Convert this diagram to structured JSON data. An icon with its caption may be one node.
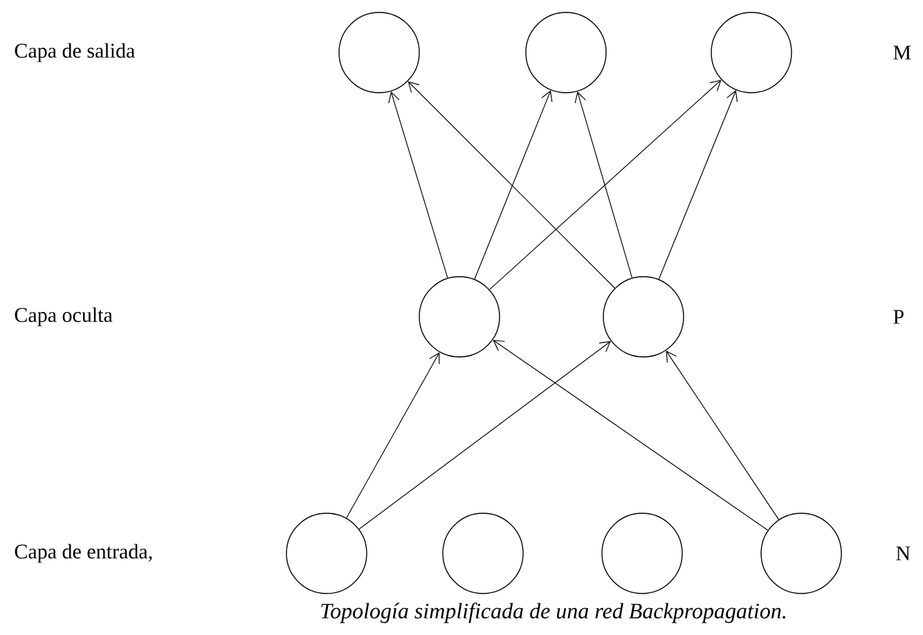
{
  "diagram": {
    "caption": "Topología simplificada de una red Backpropagation.",
    "nodes": [
      {
        "text": [],
        "shape": "circle"
      },
      {
        "text": [],
        "shape": "circle"
      },
      {
        "text": [],
        "shape": "circle"
      },
      {
        "text": [],
        "shape": "circle"
      },
      {
        "text": [],
        "shape": "circle"
      },
      {
        "text": [],
        "shape": "circle"
      },
      {
        "text": [],
        "shape": "circle"
      },
      {
        "text": [],
        "shape": "circle"
      },
      {
        "text": [],
        "shape": "circle"
      }
    ],
    "edges": [
      {
        "from": 3,
        "to": 0,
        "arrow": "to"
      },
      {
        "from": 3,
        "to": 1,
        "arrow": "to"
      },
      {
        "from": 3,
        "to": 2,
        "arrow": "to"
      },
      {
        "from": 4,
        "to": 0,
        "arrow": "to"
      },
      {
        "from": 4,
        "to": 1,
        "arrow": "to"
      },
      {
        "from": 4,
        "to": 2,
        "arrow": "to"
      },
      {
        "from": 5,
        "to": 3,
        "arrow": "to"
      },
      {
        "from": 5,
        "to": 4,
        "arrow": "to"
      },
      {
        "from": 8,
        "to": 3,
        "arrow": "to"
      },
      {
        "from": 8,
        "to": 4,
        "arrow": "to"
      }
    ],
    "labels": [
      "Capa de salida",
      "M",
      "Capa oculta",
      "P",
      "Capa de entrada,",
      "N"
    ]
  }
}
